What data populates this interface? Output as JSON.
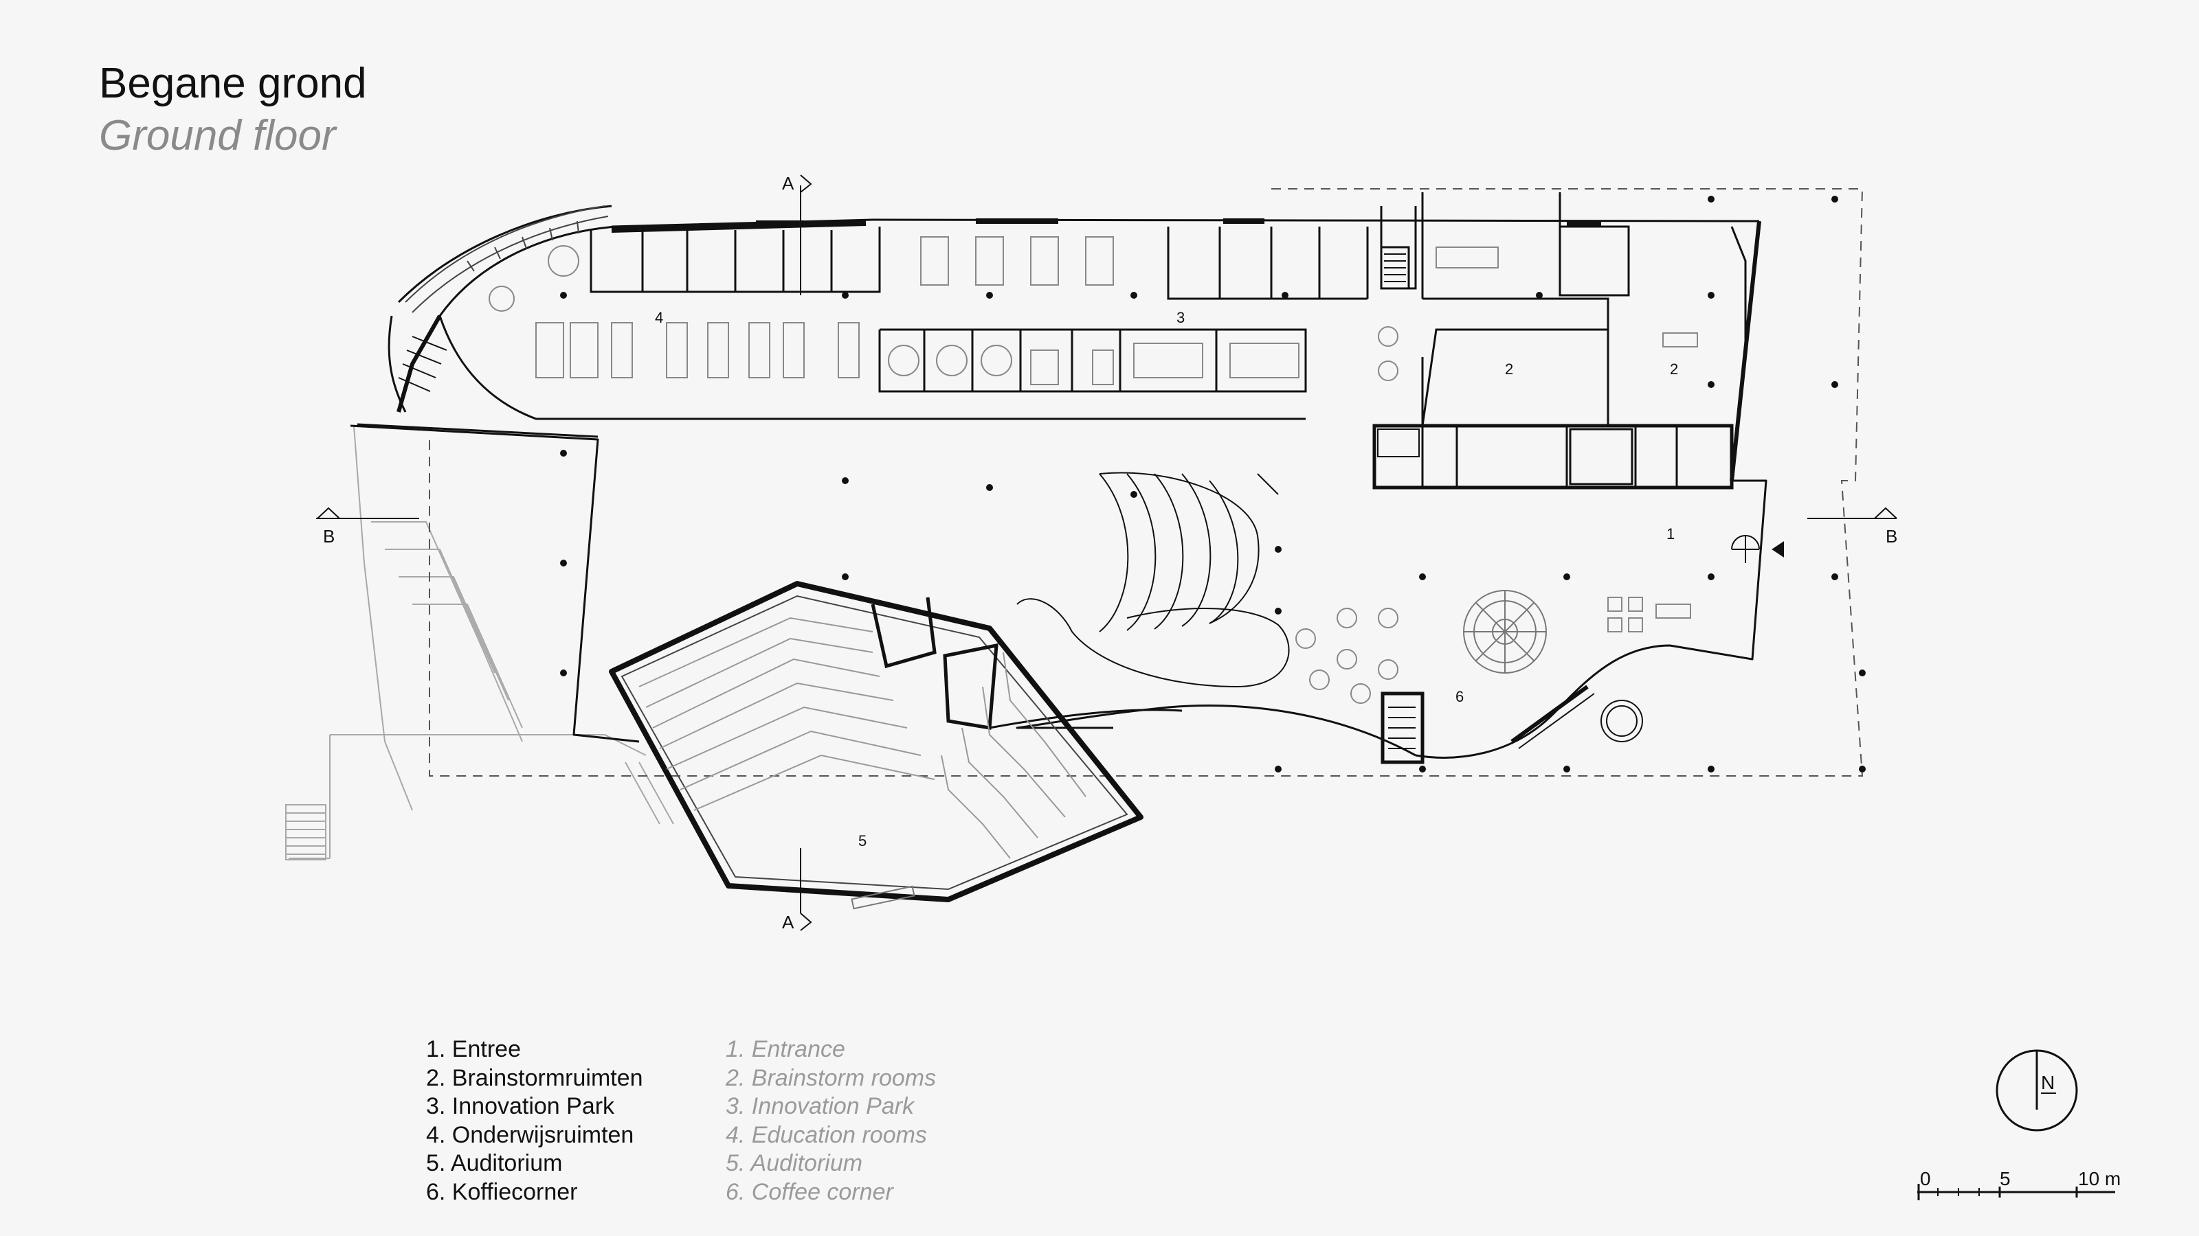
{
  "header": {
    "title_nl": "Begane grond",
    "title_en": "Ground floor"
  },
  "legend": {
    "nl": [
      "1. Entree",
      "2. Brainstormruimten",
      "3. Innovation Park",
      "4. Onderwijsruimten",
      "5. Auditorium",
      "6. Koffiecorner"
    ],
    "en": [
      "1. Entrance",
      "2. Brainstorm rooms",
      "3. Innovation Park",
      "4. Education rooms",
      "5. Auditorium",
      "6. Coffee corner"
    ]
  },
  "room_labels": {
    "r1": "1",
    "r2a": "2",
    "r2b": "2",
    "r3": "3",
    "r4": "4",
    "r5": "5",
    "r6": "6"
  },
  "section_markers": {
    "a_top": "A",
    "a_bottom": "A",
    "b_left": "B",
    "b_right": "B"
  },
  "north_arrow": {
    "label": "N"
  },
  "scale_bar": {
    "label_0": "0",
    "label_5": "5",
    "label_10": "10 m"
  },
  "colors": {
    "line": "#111111",
    "light_line": "#9a9a9a",
    "background": "#f6f6f6"
  }
}
